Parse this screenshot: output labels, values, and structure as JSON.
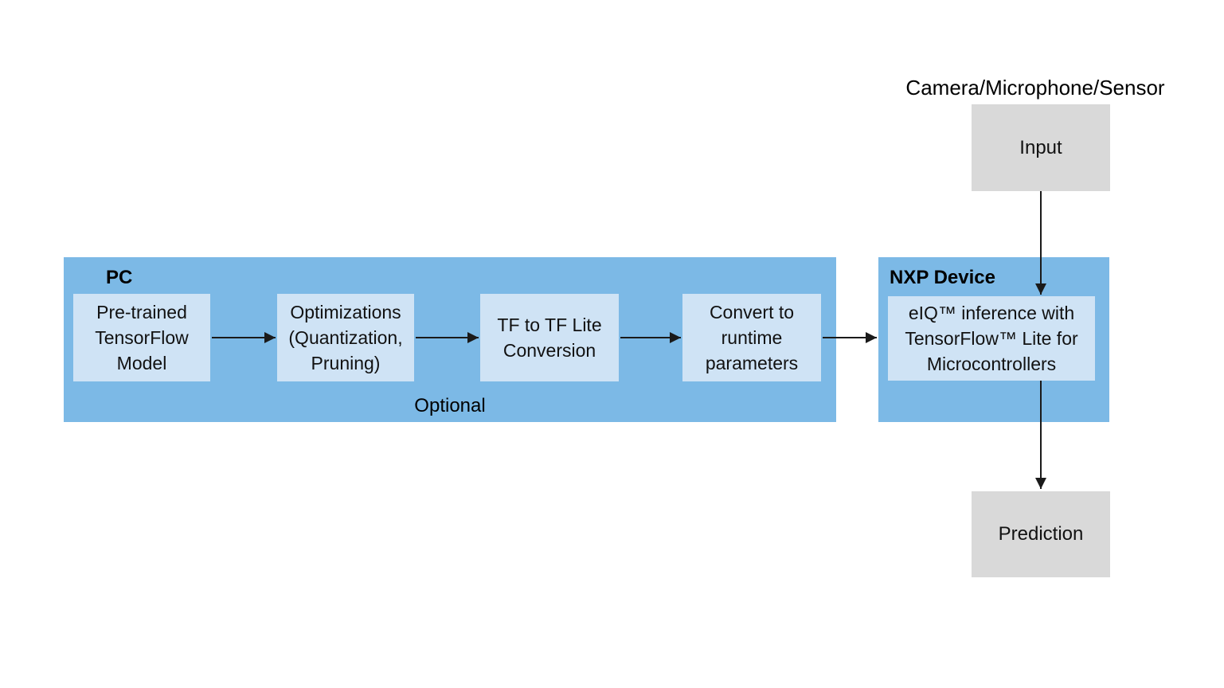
{
  "colors": {
    "group_bg": "#7cb9e6",
    "step_bg": "#cfe3f5",
    "io_bg": "#d9d9d9",
    "arrow": "#1a1a1a",
    "text": "#111111"
  },
  "diagram": {
    "pc": {
      "title": "PC",
      "optional_label": "Optional",
      "steps": [
        "Pre-trained TensorFlow Model",
        "Optimizations (Quantization, Pruning)",
        "TF to TF Lite Conversion",
        "Convert to runtime parameters"
      ]
    },
    "nxp": {
      "title": "NXP Device",
      "engine": "eIQ™ inference with TensorFlow™ Lite for Microcontrollers"
    },
    "io": {
      "caption": "Camera/Microphone/Sensor",
      "input_label": "Input",
      "prediction_label": "Prediction"
    }
  }
}
